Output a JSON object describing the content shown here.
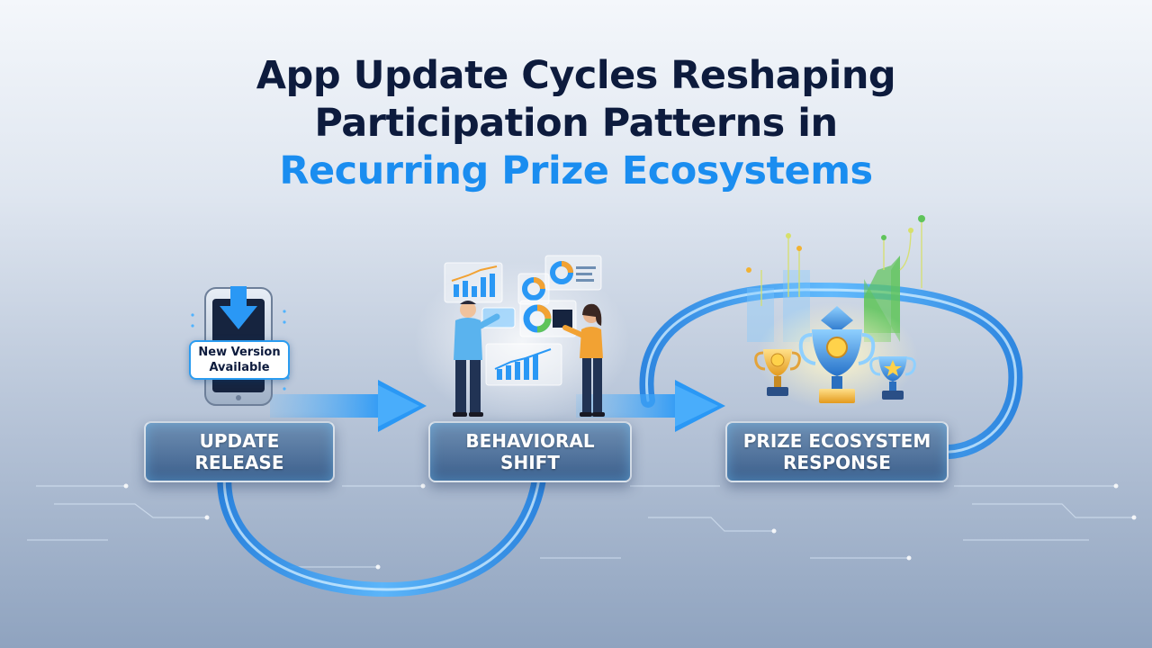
{
  "title": {
    "line1": "App Update Cycles Reshaping",
    "line2": "Participation Patterns in",
    "line3": "Recurring Prize Ecosystems"
  },
  "stages": [
    {
      "label": "UPDATE\nRELEASE",
      "icon": "phone-download-icon"
    },
    {
      "label": "BEHAVIORAL\nSHIFT",
      "icon": "people-analytics-icon"
    },
    {
      "label": "PRIZE ECOSYSTEM\nRESPONSE",
      "icon": "trophies-icon"
    }
  ],
  "phone_badge": "New Version\nAvailable",
  "colors": {
    "title": "#0d1b3d",
    "title_accent": "#1a8df0",
    "flow_blue": "#2f9df2",
    "box_fill": "#4a6c96",
    "trophy_gold": "#f2b233",
    "growth_green": "#5fc45a"
  }
}
